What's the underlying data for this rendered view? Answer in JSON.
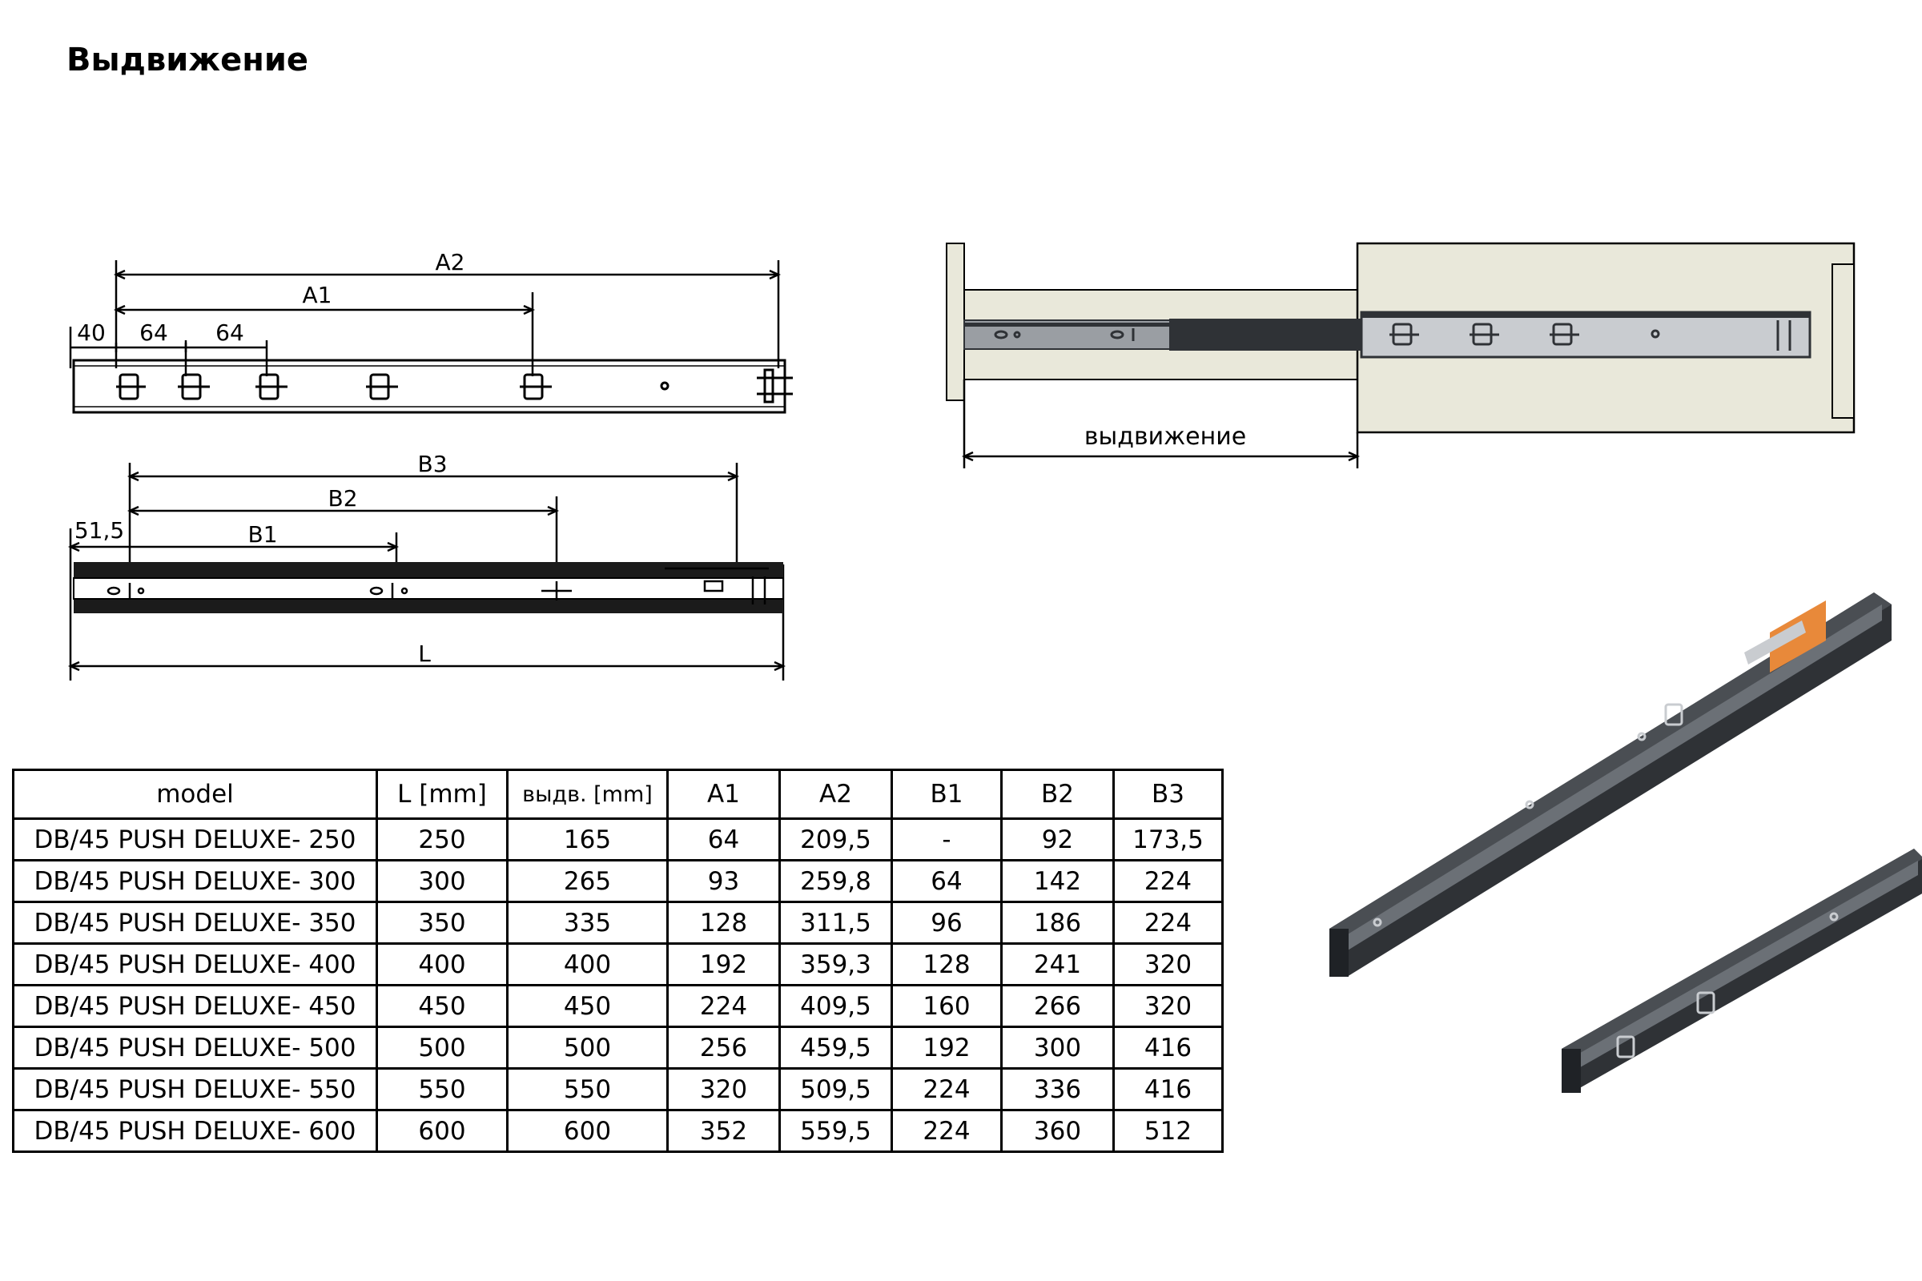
{
  "page": {
    "title": "Выдвижение"
  },
  "top_drawing": {
    "labels": {
      "a2": "A2",
      "a1": "A1",
      "d40": "40",
      "d64a": "64",
      "d64b": "64"
    }
  },
  "bottom_drawing": {
    "labels": {
      "b3": "B3",
      "b2": "B2",
      "b1": "B1",
      "d515": "51,5",
      "l": "L"
    }
  },
  "drawer_drawing": {
    "label": "выдвижение"
  },
  "table": {
    "headers": [
      "model",
      "L [mm]",
      "выдв. [mm]",
      "A1",
      "A2",
      "B1",
      "B2",
      "B3"
    ],
    "rows": [
      [
        "DB/45 PUSH DELUXE- 250",
        "250",
        "165",
        "64",
        "209,5",
        "-",
        "92",
        "173,5"
      ],
      [
        "DB/45 PUSH DELUXE- 300",
        "300",
        "265",
        "93",
        "259,8",
        "64",
        "142",
        "224"
      ],
      [
        "DB/45 PUSH DELUXE- 350",
        "350",
        "335",
        "128",
        "311,5",
        "96",
        "186",
        "224"
      ],
      [
        "DB/45 PUSH DELUXE- 400",
        "400",
        "400",
        "192",
        "359,3",
        "128",
        "241",
        "320"
      ],
      [
        "DB/45 PUSH DELUXE- 450",
        "450",
        "450",
        "224",
        "409,5",
        "160",
        "266",
        "320"
      ],
      [
        "DB/45 PUSH DELUXE- 500",
        "500",
        "500",
        "256",
        "459,5",
        "192",
        "300",
        "416"
      ],
      [
        "DB/45 PUSH DELUXE- 550",
        "550",
        "550",
        "320",
        "509,5",
        "224",
        "336",
        "416"
      ],
      [
        "DB/45 PUSH DELUXE- 600",
        "600",
        "600",
        "352",
        "559,5",
        "224",
        "360",
        "512"
      ]
    ]
  },
  "colors": {
    "drawer_fill": "#e9e8da",
    "rail_dark": "#2f3236",
    "rail_light": "#c9ccd0",
    "orange_part": "#e8893a"
  }
}
